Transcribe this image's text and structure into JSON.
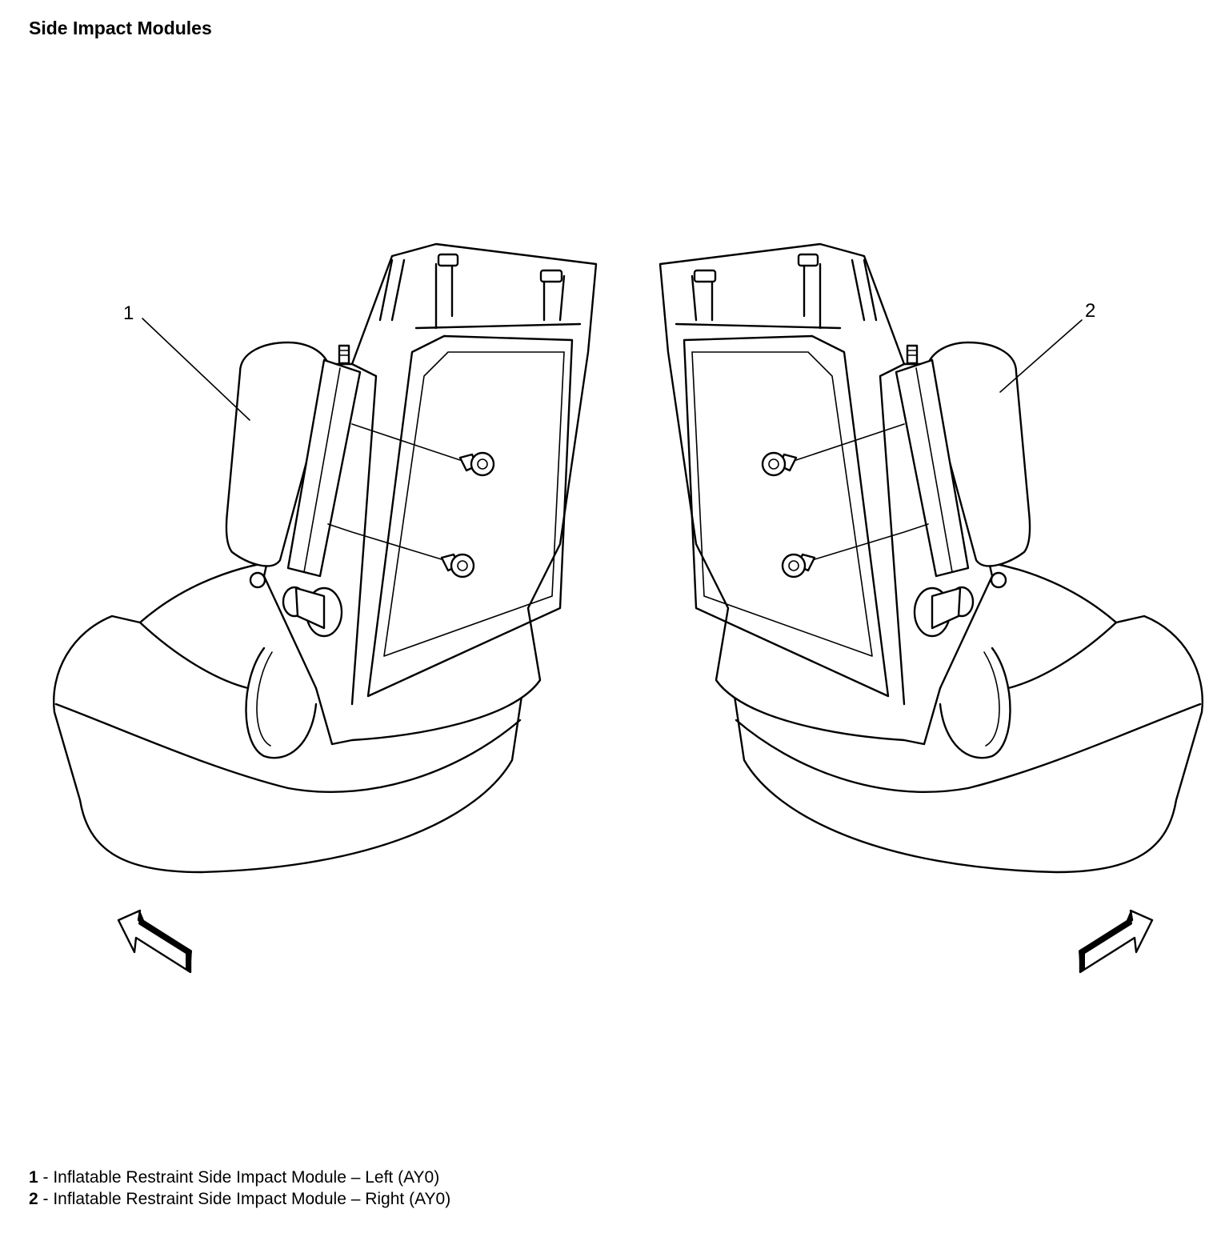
{
  "title": "Side Impact Modules",
  "callouts": [
    {
      "number": "1"
    },
    {
      "number": "2"
    }
  ],
  "legend": [
    {
      "number": "1",
      "text": " - Inflatable Restraint Side Impact Module – Left (AY0)"
    },
    {
      "number": "2",
      "text": " - Inflatable Restraint Side Impact Module – Right (AY0)"
    }
  ],
  "icons": [
    "front-direction-arrow-icon",
    "bolt-icon"
  ]
}
